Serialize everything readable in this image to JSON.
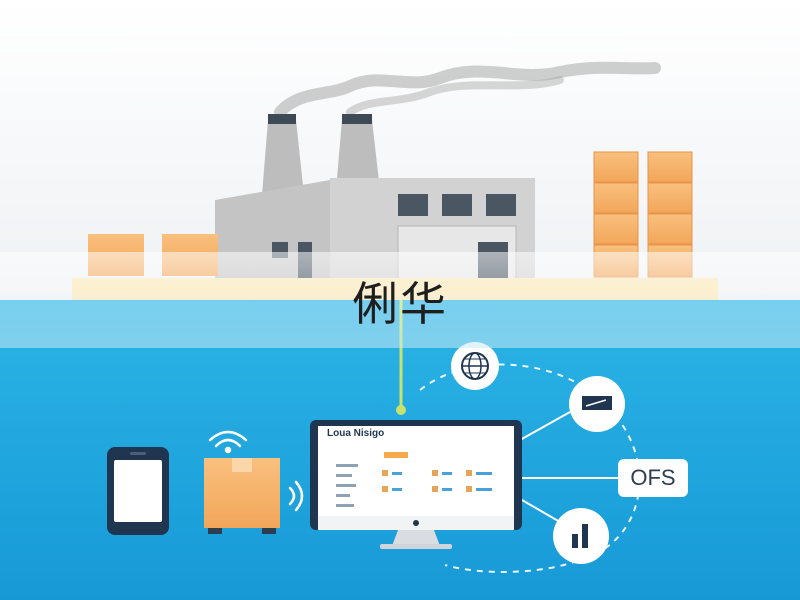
{
  "banner": {
    "title": "俐华"
  },
  "dashboard": {
    "title": "Loua Nisigo"
  },
  "nodes": {
    "ofs_label": "OFS"
  },
  "colors": {
    "sky": "#f4f6f8",
    "platform": "#fae7b7",
    "ocean": "#1fa9dd",
    "box": "#f6b26b",
    "factory": "#c8c8c8",
    "connector": "#c9e36a"
  },
  "icons": {
    "factory": "factory-icon",
    "smoke": "smoke-icon",
    "phone": "smartphone-icon",
    "package": "rfid-package-icon",
    "wifi": "wifi-signal-icon",
    "monitor": "dashboard-monitor-icon",
    "globe": "globe-icon",
    "truck": "truck-icon",
    "chart": "bar-chart-icon"
  }
}
